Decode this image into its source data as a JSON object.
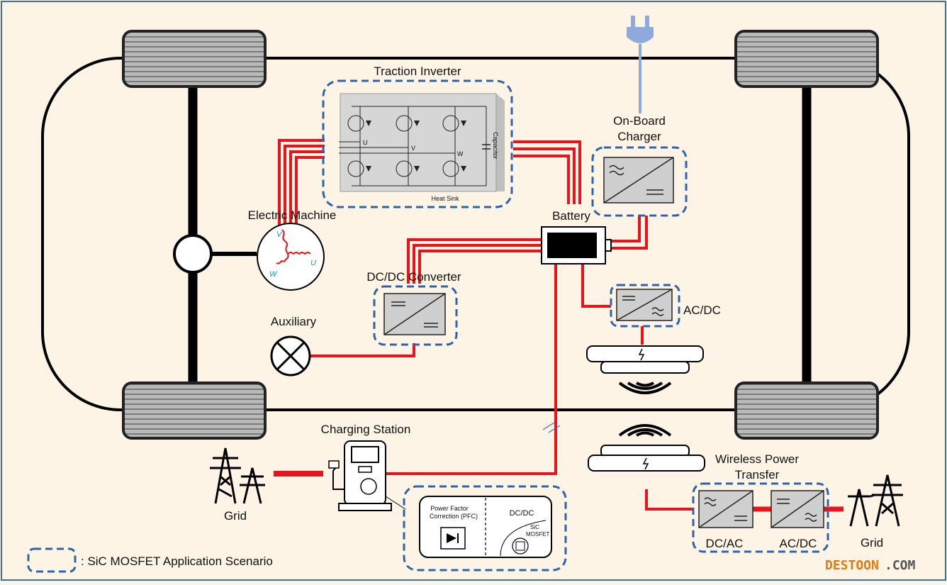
{
  "labels": {
    "traction_inverter": "Traction Inverter",
    "on_board_charger_1": "On-Board",
    "on_board_charger_2": "Charger",
    "electric_machine": "Electric Machine",
    "battery": "Battery",
    "dcdc_converter": "DC/DC Converter",
    "acdc": "AC/DC",
    "auxiliary": "Auxiliary",
    "charging_station": "Charging Station",
    "grid_left": "Grid",
    "wireless_1": "Wireless Power",
    "wireless_2": "Transfer",
    "wpt_dcac": "DC/AC",
    "wpt_acdc": "AC/DC",
    "grid_right": "Grid",
    "heat_sink": "Heat Sink",
    "capacitor": "Capacitor",
    "phase_u": "U",
    "phase_v": "V",
    "phase_w": "W",
    "pfc_1": "Power Factor",
    "pfc_2": "Correction (PFC)",
    "station_dcdc": "DC/DC",
    "sic_1": "SiC",
    "sic_2": "MOSFET",
    "legend": ": SiC MOSFET Application Scenario"
  },
  "watermark": {
    "main": "DESTOON",
    "suffix": ".COM"
  },
  "colors": {
    "background": "#fdf4e6",
    "power_line": "#e8141c",
    "dash_box": "#2f63a9",
    "plug": "#8eaadb",
    "converter_fill": "#cfcfcf",
    "heat_sink": "#d0d0d0",
    "watermark": "#e07b16"
  }
}
